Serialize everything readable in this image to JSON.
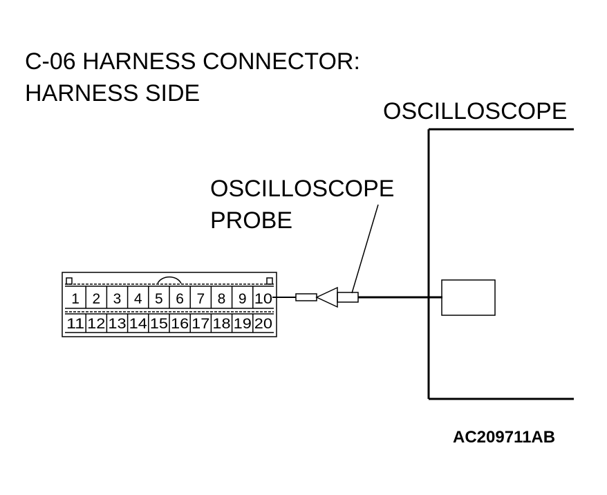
{
  "title_line1": "C-06 HARNESS CONNECTOR:",
  "title_line2": "HARNESS SIDE",
  "oscilloscope_label": "OSCILLOSCOPE",
  "probe_label_line1": "OSCILLOSCOPE",
  "probe_label_line2": "PROBE",
  "figure_code": "AC209711AB",
  "connector": {
    "top_row": [
      "1",
      "2",
      "3",
      "4",
      "5",
      "6",
      "7",
      "8",
      "9",
      "10"
    ],
    "bottom_row": [
      "11",
      "12",
      "13",
      "14",
      "15",
      "16",
      "17",
      "18",
      "19",
      "20"
    ],
    "probed_pin": "10"
  }
}
